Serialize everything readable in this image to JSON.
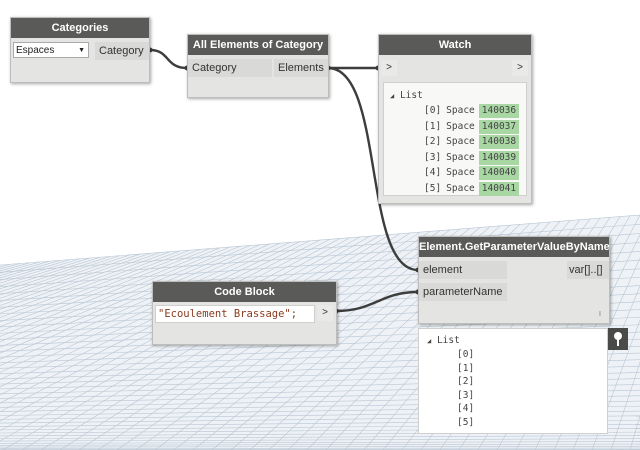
{
  "nodes": {
    "categories": {
      "title": "Categories",
      "dropdown_value": "Espaces",
      "output_port": "Category"
    },
    "all_elements": {
      "title": "All Elements of Category",
      "input_port": "Category",
      "output_port": "Elements"
    },
    "watch": {
      "title": "Watch",
      "input_symbol": ">",
      "output_symbol": ">",
      "list_header": "List",
      "items": [
        {
          "index": "[0]",
          "type": "Space",
          "id": "140036"
        },
        {
          "index": "[1]",
          "type": "Space",
          "id": "140037"
        },
        {
          "index": "[2]",
          "type": "Space",
          "id": "140038"
        },
        {
          "index": "[3]",
          "type": "Space",
          "id": "140039"
        },
        {
          "index": "[4]",
          "type": "Space",
          "id": "140040"
        },
        {
          "index": "[5]",
          "type": "Space",
          "id": "140041"
        }
      ]
    },
    "get_param": {
      "title": "Element.GetParameterValueByName",
      "input_element": "element",
      "input_param": "parameterName",
      "output_port": "var[]..[]",
      "lacing_marker": "I"
    },
    "code_block": {
      "title": "Code Block",
      "code": "\"Ecoulement Brassage\";",
      "output_symbol": ">"
    }
  },
  "preview": {
    "list_header": "List",
    "items": [
      "[0]",
      "[1]",
      "[2]",
      "[3]",
      "[4]",
      "[5]"
    ]
  },
  "colors": {
    "node_header": "#5a5a58",
    "node_body": "#e4e4e2",
    "wire": "#3d3d3d",
    "id_badge": "#a8d7a4",
    "grid": "#aebccc"
  },
  "icons": {
    "pin": "pin-icon",
    "tree_toggle": "triangle-down-icon",
    "dropdown": "dropdown-arrow-icon"
  }
}
